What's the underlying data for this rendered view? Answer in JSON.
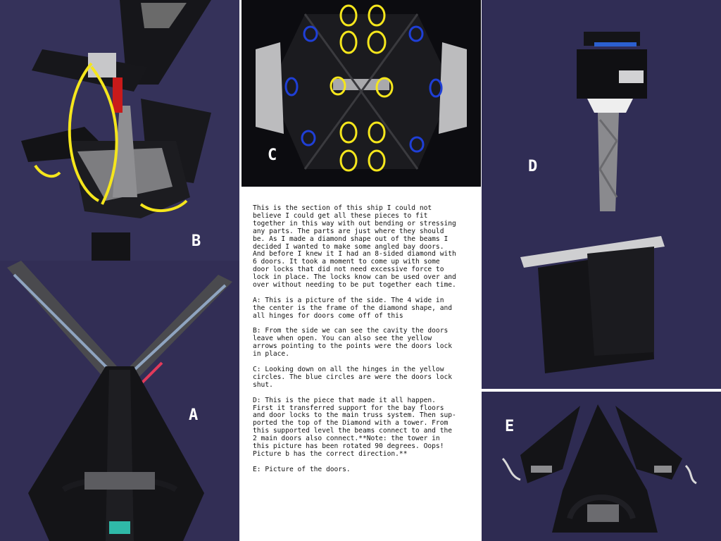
{
  "panels": {
    "a": {
      "letter": "A"
    },
    "b": {
      "letter": "B"
    },
    "c": {
      "letter": "C"
    },
    "d": {
      "letter": "D"
    },
    "e": {
      "letter": "E"
    }
  },
  "description": {
    "intro": "This is the section of this ship I could not\nbelieve I could get all these pieces to fit\ntogether in this way with out bending or stressing\nany parts. The parts are just where they should\nbe. As I made a diamond shape out of the beams I\ndecided I wanted to make some angled bay doors.\nAnd before I knew it I had an 8-sided diamond with\n6 doors. It took a moment to come up with some\ndoor locks that did not need excessive force to\nlock in place. The locks know can be used over and\nover without needing to be put together each time.",
    "a": "A: This is a picture of the side. The 4 wide in\nthe center is the frame of the diamond shape, and\nall hinges for doors come off of this",
    "b": "B: From the side we can see the cavity the doors\nleave when open. You can also see the yellow\narrows pointing to the points were the doors lock\nin place.",
    "c": "C: Looking down on all the hinges in the yellow\ncircles. The blue circles are were the doors lock\nshut.",
    "d": "D: This is the piece that made it all happen.\nFirst it transferred support for the bay floors\nand door locks to the main truss system. Then sup-\nported the top of the Diamond with a tower. From\nthis supported level the beams connect to and the\n2 main doors also connect.**Note: the tower in\nthis picture has been rotated 90 degrees. Oops!\nPicture b has the correct direction.**",
    "e": "E: Picture of the doors."
  },
  "colors": {
    "background": "#2a2744",
    "highlight_yellow": "#f5e61c",
    "highlight_blue": "#1f3fd6",
    "brick_black": "#111114",
    "brick_gray": "#8c8c8c",
    "brick_light": "#d8d8d8",
    "brick_red": "#d01818"
  }
}
